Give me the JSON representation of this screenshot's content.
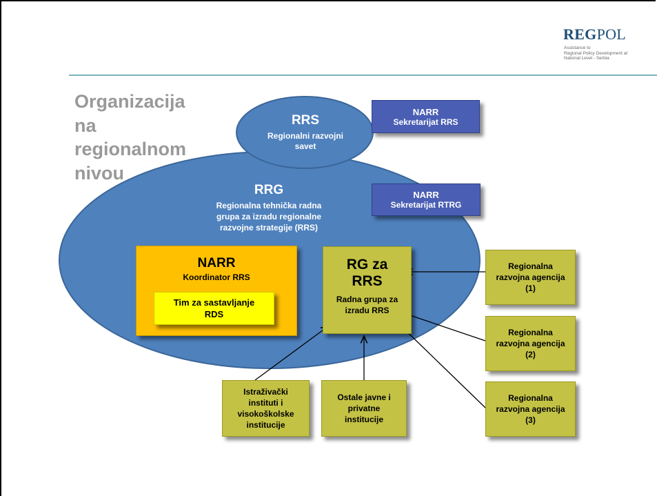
{
  "logo": {
    "brand_bold": "REG",
    "brand_regular": "POL",
    "subtitle": "Assistance to\nRegional Policy Development at\nNational Level - Serbia"
  },
  "slide": {
    "title": "Organizacija\nna\nregionalnom\nnivou"
  },
  "rrs_ellipse": {
    "heading": "RRS",
    "text": "Regionalni razvojni\nsavet"
  },
  "narr_rrs_box": {
    "heading": "NARR",
    "text": "Sekretarijat RRS"
  },
  "rrg_ellipse": {
    "heading": "RRG",
    "text": "Regionalna tehnička radna\ngrupa za izradu regionalne\nrazvojne strategije (RRS)"
  },
  "narr_rtrg_box": {
    "heading": "NARR",
    "text": "Sekretarijat RTRG"
  },
  "narr_coordinator_box": {
    "heading": "NARR",
    "text": "Koordinator RRS"
  },
  "tim_box": {
    "text": "Tim za sastavljanje\nRDS"
  },
  "rg_box": {
    "heading": "RG za\nRRS",
    "text": "Radna grupa za\nizradu RRS"
  },
  "agency_boxes": [
    {
      "text": "Regionalna\nrazvojna agencija\n(1)"
    },
    {
      "text": "Regionalna\nrazvojna agencija\n(2)"
    },
    {
      "text": "Regionalna\nrazvojna agencija\n(3)"
    }
  ],
  "bottom_boxes": [
    {
      "text": "Istraživački\ninstituti i\nvisokoškolske\ninstitucije"
    },
    {
      "text": "Ostale javne i\nprivatne\ninstitucije"
    }
  ],
  "colors": {
    "ellipse_fill": "#4f81bd",
    "ellipse_stroke": "#3a6699",
    "narr_blue": "#4a5fb4",
    "orange": "#ffc000",
    "yellow": "#ffff00",
    "olive": "#c3c245",
    "rule": "#7ab6be",
    "title_gray": "#999999"
  }
}
